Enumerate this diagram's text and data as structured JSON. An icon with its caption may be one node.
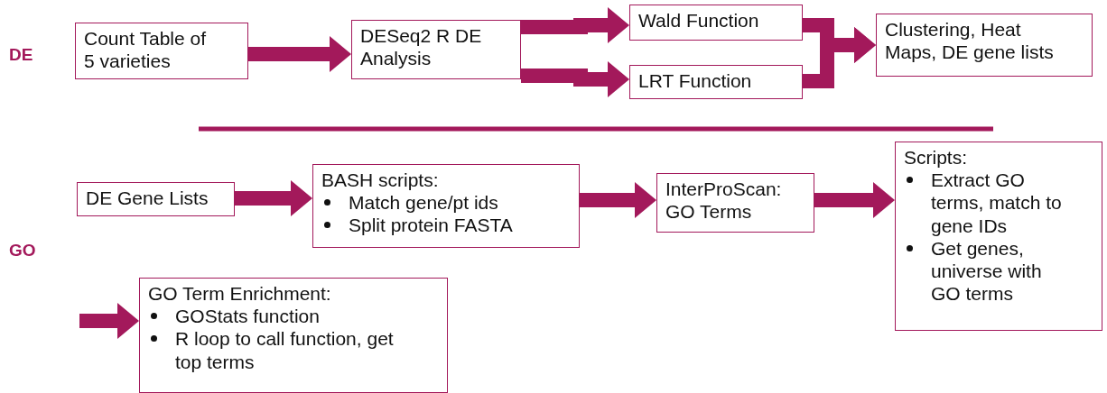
{
  "diagram": {
    "nodes": [
      {
        "text": [
          "Count Table of 5 varieties"
        ]
      },
      {
        "text": [
          "DESeq2 R DE Analysis"
        ]
      },
      {
        "text": [
          "Wald Function"
        ]
      },
      {
        "text": [
          "LRT Function"
        ]
      },
      {
        "text": [
          "Clustering, Heat Maps, DE gene lists"
        ]
      },
      {
        "text": [
          "DE Gene Lists"
        ]
      },
      {
        "text": [
          "BASH scripts:",
          "Match gene/pt ids",
          "Split protein FASTA"
        ]
      },
      {
        "text": [
          "InterProScan: GO Terms"
        ]
      },
      {
        "text": [
          "Scripts:",
          "Extract GO terms, match to gene IDs",
          "Get genes, universe with GO terms"
        ]
      },
      {
        "text": [
          "GO Term Enrichment:",
          "GOStats function",
          "R loop to call function, get top terms"
        ]
      }
    ],
    "edges": [
      {
        "from": 0,
        "to": 1,
        "arrow": "to"
      },
      {
        "from": 1,
        "to": 2,
        "arrow": "to"
      },
      {
        "from": 1,
        "to": 3,
        "arrow": "to"
      },
      {
        "from": 2,
        "to": 4,
        "arrow": "to"
      },
      {
        "from": 3,
        "to": 4,
        "arrow": "to"
      },
      {
        "from": 5,
        "to": 6,
        "arrow": "to"
      },
      {
        "from": 6,
        "to": 7,
        "arrow": "to"
      },
      {
        "from": 7,
        "to": 8,
        "arrow": "to"
      },
      {
        "from": null,
        "to": 9,
        "arrow": "to"
      }
    ],
    "labels": [
      "DE",
      "GO"
    ]
  }
}
